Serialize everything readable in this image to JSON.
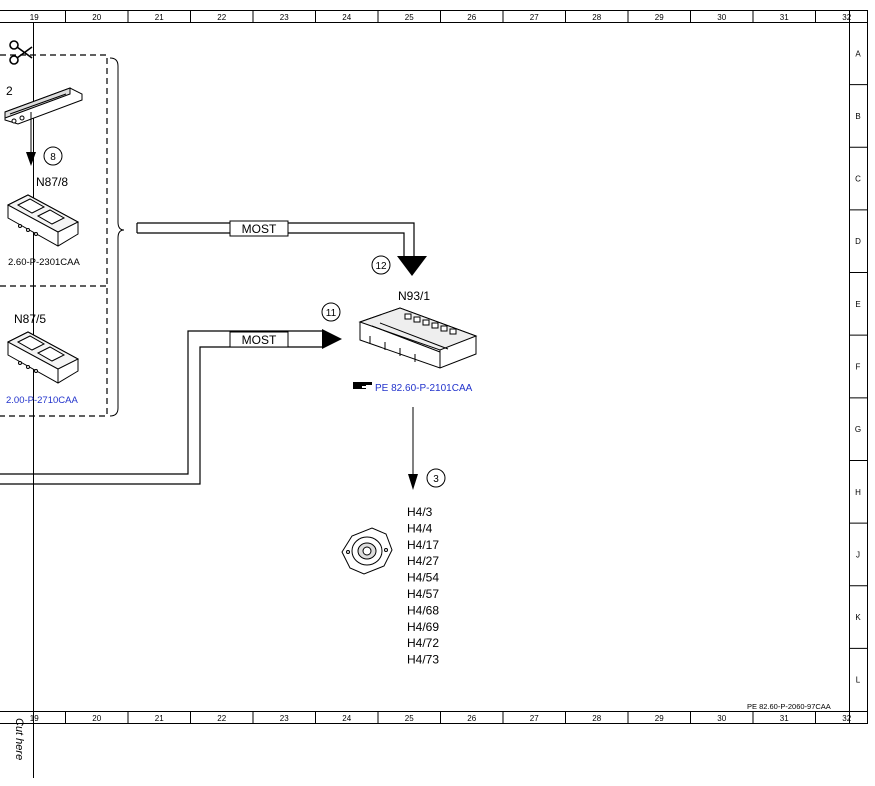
{
  "frame": {
    "columns": [
      "19",
      "20",
      "21",
      "22",
      "23",
      "24",
      "25",
      "26",
      "27",
      "28",
      "29",
      "30",
      "31",
      "32"
    ],
    "rows": [
      "A",
      "B",
      "C",
      "D",
      "E",
      "F",
      "G",
      "H",
      "J",
      "K",
      "L"
    ],
    "doc_ref": "PE 82.60-P-2060-97CAA",
    "cut_text": "Cut here"
  },
  "components": {
    "n87_8": {
      "id": "N87/8",
      "ref": "2.60-P-2301CAA"
    },
    "n87_5": {
      "id": "N87/5",
      "ref": "2.00-P-2710CAA"
    },
    "n93_1": {
      "id": "N93/1",
      "ref": "PE 82.60-P-2101CAA"
    },
    "partial_top": "2",
    "speakers": [
      "H4/3",
      "H4/4",
      "H4/17",
      "H4/27",
      "H4/54",
      "H4/57",
      "H4/68",
      "H4/69",
      "H4/72",
      "H4/73"
    ]
  },
  "bus": {
    "label_top": "MOST",
    "label_bottom": "MOST"
  },
  "callouts": [
    "8",
    "12",
    "11",
    "3"
  ],
  "colors": {
    "link": "#2233cc",
    "line": "#000000"
  },
  "icons": [
    "scissors-icon",
    "hand-pointer-icon"
  ]
}
